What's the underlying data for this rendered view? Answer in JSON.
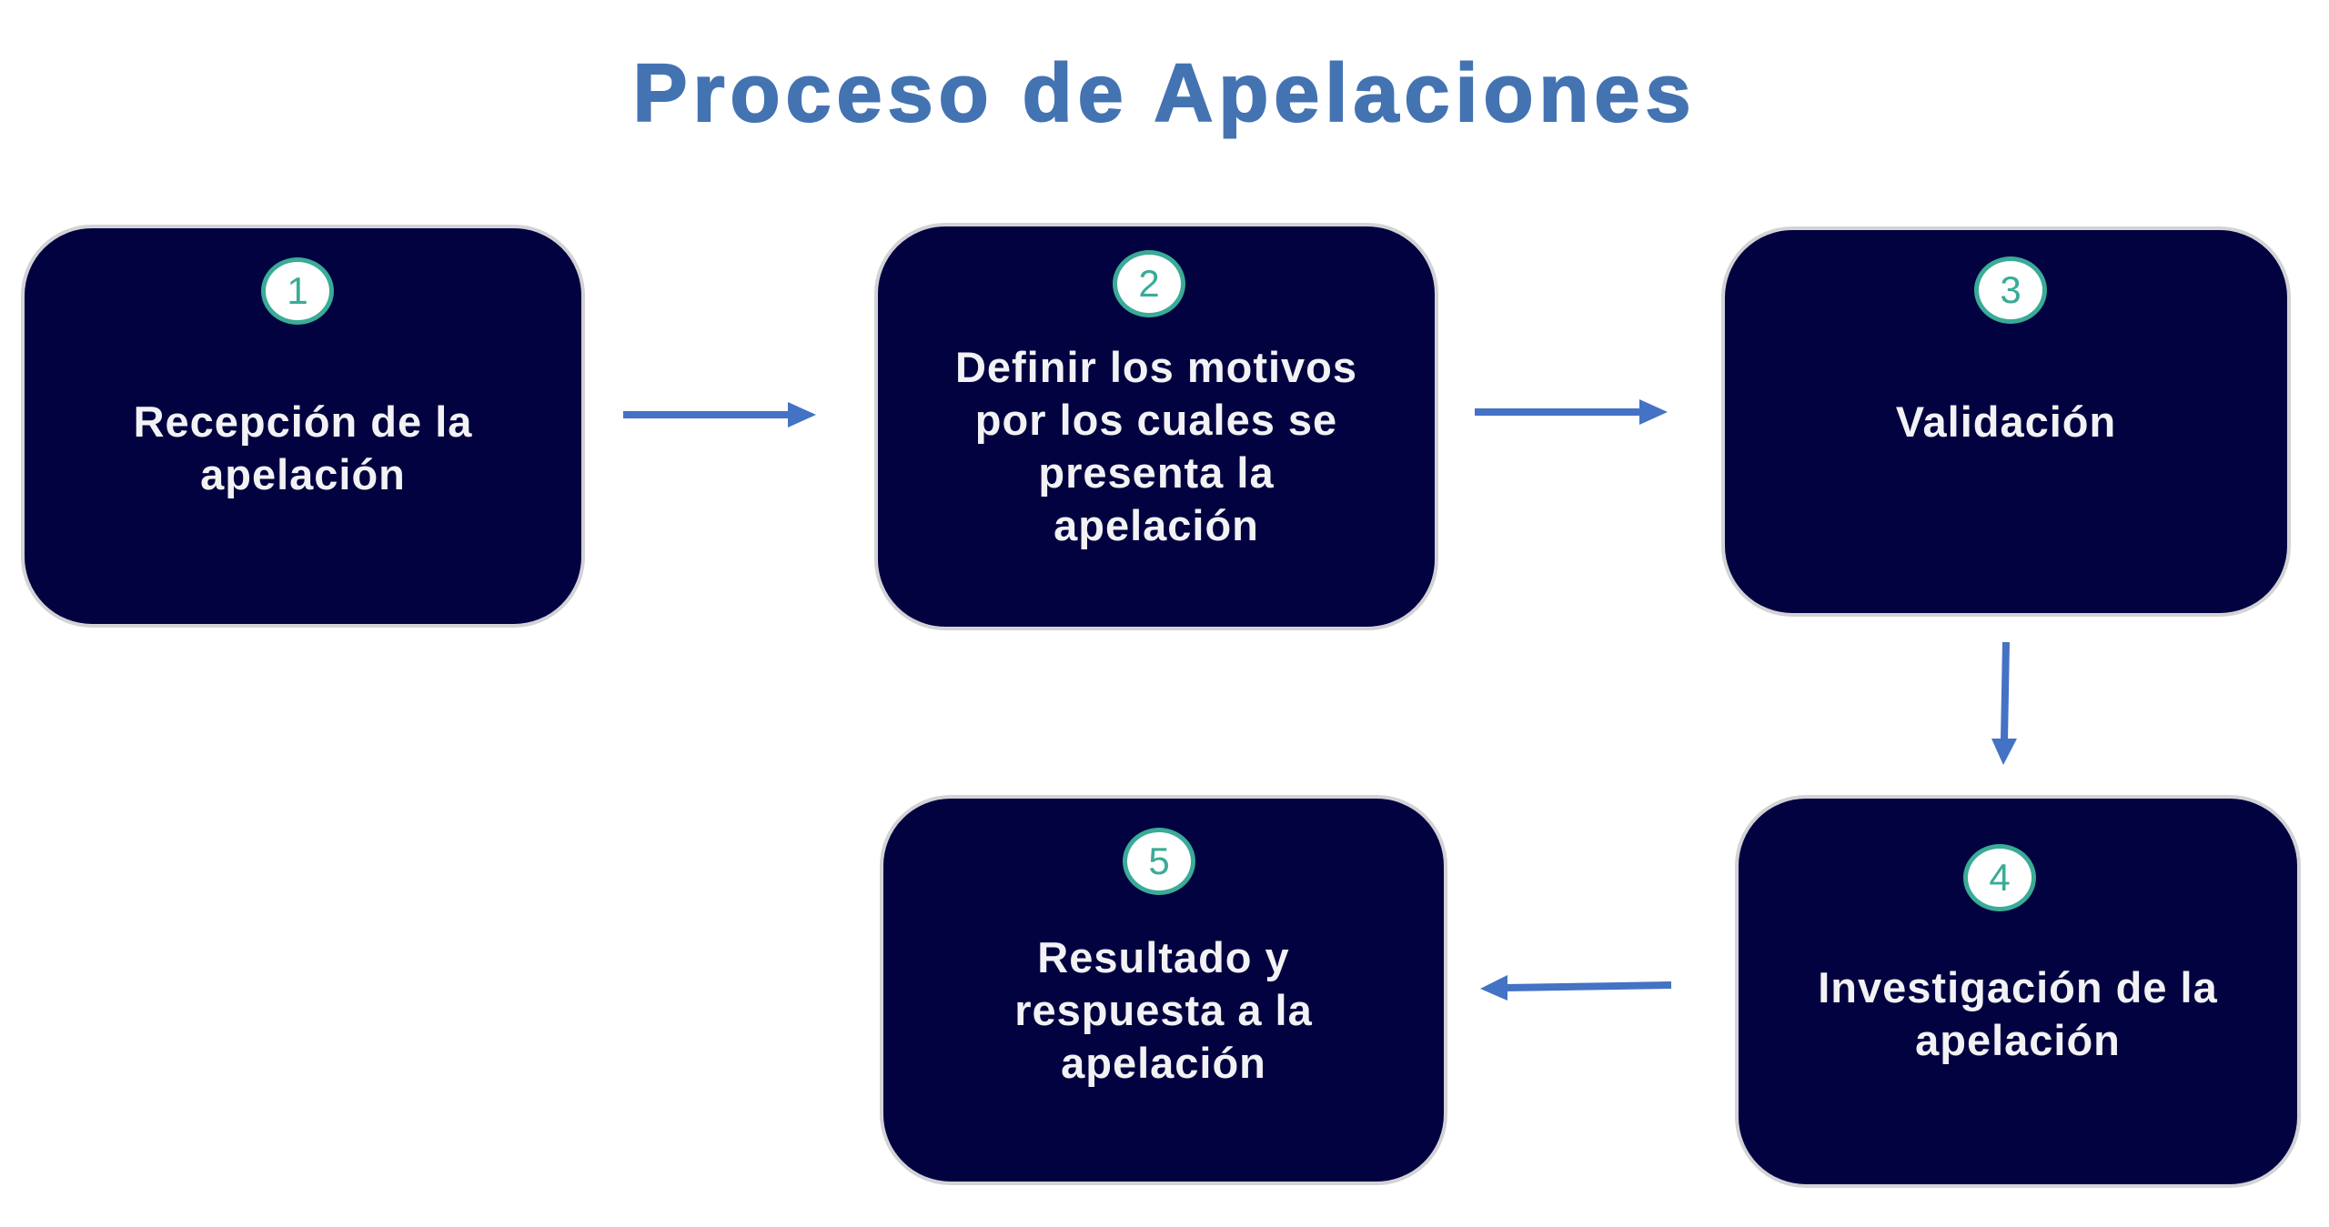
{
  "title": "Proceso de Apelaciones",
  "colors": {
    "title": "#4473B2",
    "box_fill": "#020241",
    "box_border": "#d3d3d6",
    "badge_ring": "#3aab96",
    "arrow": "#4472C4",
    "text": "#f2f2f4"
  },
  "steps": [
    {
      "number": "1",
      "label": "Recepción de la\napelación"
    },
    {
      "number": "2",
      "label": "Definir los motivos\npor los cuales se\npresenta la\napelación"
    },
    {
      "number": "3",
      "label": "Validación"
    },
    {
      "number": "4",
      "label": "Investigación de la\napelación"
    },
    {
      "number": "5",
      "label": "Resultado y\nrespuesta a la\napelación"
    }
  ],
  "connectors": [
    {
      "from": "1",
      "to": "2",
      "direction": "right"
    },
    {
      "from": "2",
      "to": "3",
      "direction": "right"
    },
    {
      "from": "3",
      "to": "4",
      "direction": "down"
    },
    {
      "from": "4",
      "to": "5",
      "direction": "left"
    }
  ]
}
